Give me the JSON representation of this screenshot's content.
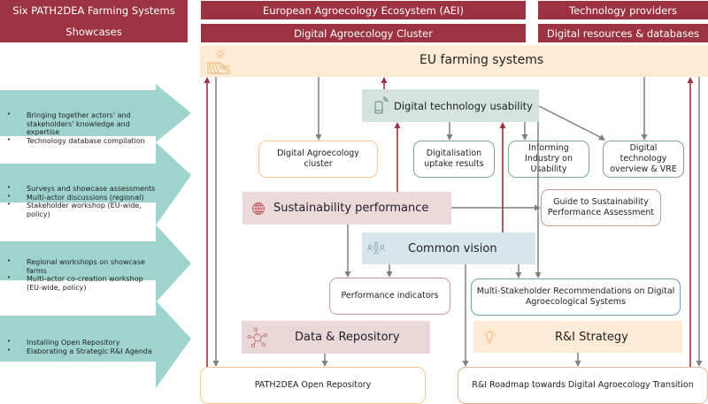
{
  "headers": {
    "left": [
      "Six PATH2DEA Farming Systems",
      "Showcases"
    ],
    "aei": "European Agroecology Ecosystem (AEI)",
    "cluster": "Digital Agroecology Cluster",
    "tech_providers": "Technology providers",
    "digital_resources": "Digital resources & databases"
  },
  "eu_band": {
    "label": "EU farming systems",
    "icon": "farm-field-sun-icon"
  },
  "activity_arrows": [
    {
      "items": [
        "Bringing together actors' and stakeholders' knowledge and expertise",
        "Technology database compilation"
      ]
    },
    {
      "items": [
        "Surveys and showcase assessments",
        "Multi-actor discussions (regional)",
        "Stakeholder workshop (EU-wide, policy)"
      ]
    },
    {
      "items": [
        "Regional workshops on showcase farms",
        "Multi-actor co-creation workshop (EU-wide, policy)"
      ]
    },
    {
      "items": [
        "Installing Open Repository",
        "Elaborating a Strategic R&I Agenda"
      ]
    }
  ],
  "themes": {
    "digital_usability": {
      "label": "Digital technology usability",
      "icon": "smartphone-signal-icon"
    },
    "sustainability": {
      "label": "Sustainability performance",
      "icon": "globe-icon"
    },
    "common_vision": {
      "label": "Common vision",
      "icon": "people-group-icon"
    },
    "data_repository": {
      "label": "Data & Repository",
      "icon": "network-hub-icon"
    },
    "ri_strategy": {
      "label": "R&I Strategy",
      "icon": "lightbulb-icon"
    }
  },
  "outputs": {
    "da_cluster": "Digital Agroecology cluster",
    "uptake": "Digitalisation uptake results",
    "informing": "Informing Industry on Usability",
    "tech_overview": "Digital technology overview & VRE",
    "guide": "Guide to Sustainability Performance Assessment",
    "indicators": "Performance indicators",
    "recommendations": "Multi-Stakeholder Recommendations on Digital Agroecological Systems",
    "open_repo": "PATH2DEA Open Repository",
    "roadmap": "R&I Roadmap towards Digital Agroecology Transition"
  },
  "colors": {
    "header": "#9b3340",
    "activity_arrow": "#9fd3cd",
    "feedback_arrow": "#9b3340",
    "flow_arrow": "#808080"
  }
}
